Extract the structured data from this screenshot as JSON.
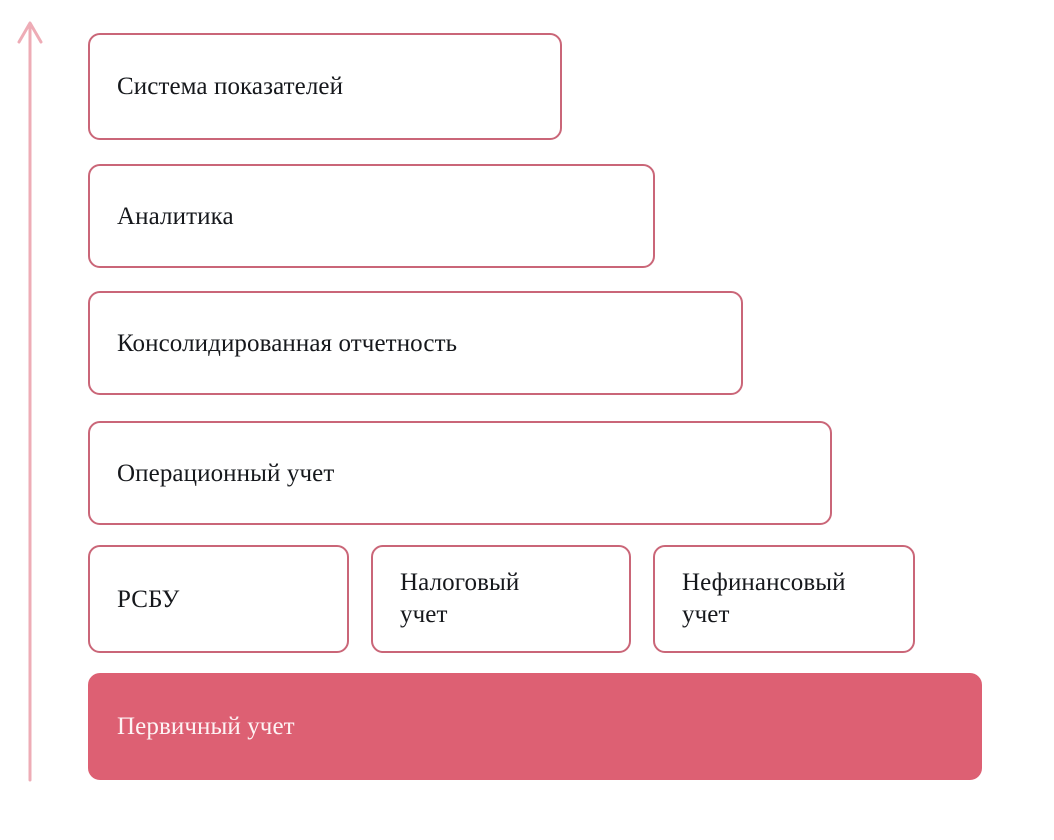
{
  "diagram": {
    "name": "accounting-levels-pyramid",
    "background_color": "#ffffff",
    "outline_color": "#ca6678",
    "fill_color": "#dd6073",
    "arrow_color": "#eaa5b0",
    "text_color": "#16181c",
    "inverse_text_color": "#fdf3f4",
    "axis": {
      "icon": "up-arrow-icon",
      "direction": "up"
    },
    "levels": [
      {
        "id": "system",
        "label": "Система показателей",
        "tier": 1,
        "filled": false
      },
      {
        "id": "analytics",
        "label": "Аналитика",
        "tier": 2,
        "filled": false
      },
      {
        "id": "consolidated",
        "label": "Консолидированная отчетность",
        "tier": 3,
        "filled": false
      },
      {
        "id": "operational",
        "label": "Операционный учет",
        "tier": 4,
        "filled": false
      },
      {
        "id": "rsbu",
        "label": "РСБУ",
        "tier": 5,
        "filled": false
      },
      {
        "id": "tax",
        "label": "Налоговый\nучет",
        "tier": 5,
        "filled": false
      },
      {
        "id": "nonfinancial",
        "label": "Нефинансовый\nучет",
        "tier": 5,
        "filled": false
      },
      {
        "id": "primary",
        "label": "Первичный учет",
        "tier": 6,
        "filled": true
      }
    ]
  }
}
